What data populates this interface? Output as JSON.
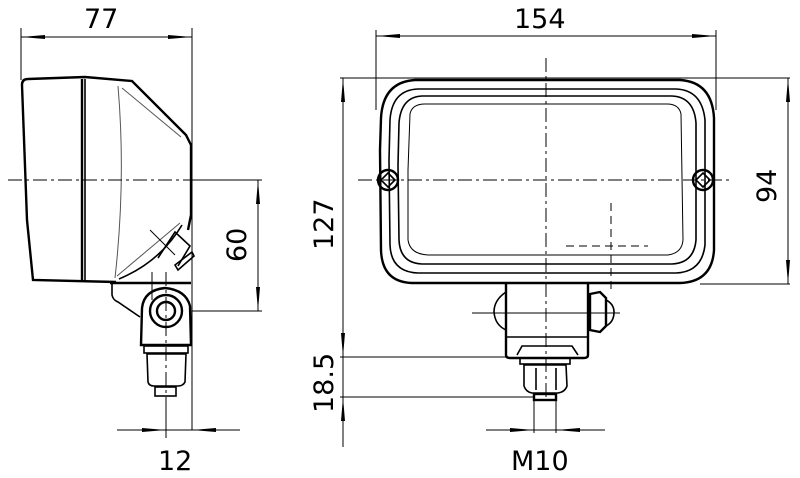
{
  "drawing": {
    "title": "Work lamp dimensional drawing",
    "views": [
      "side-view",
      "front-view"
    ],
    "dimensions": {
      "side_width": "77",
      "side_mount_height": "60",
      "side_bolt_offset": "12",
      "front_width": "154",
      "front_total_height": "127",
      "front_lens_height": "94",
      "front_bolt_length": "18.5",
      "thread": "M10"
    },
    "colors": {
      "line": "#000000",
      "background": "#ffffff"
    }
  }
}
